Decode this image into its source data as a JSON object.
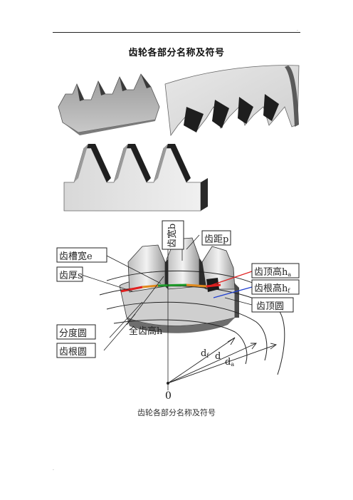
{
  "header": {
    "title": "齿轮各部分名称及符号"
  },
  "labels": {
    "tooth_width": "齿宽b",
    "pitch": "齿距p",
    "space_width": "齿槽宽e",
    "tooth_thickness": "齿厚s",
    "addendum": "齿顶高h",
    "addendum_sub": "a",
    "dedendum": "齿根高h",
    "dedendum_sub": "f",
    "tip_circle": "齿顶圆",
    "pitch_circle": "分度圆",
    "whole_depth": "全齿高h",
    "root_circle": "齿根圆",
    "d_root": "d",
    "d_root_sub": "f",
    "d_pitch": "d",
    "d_tip": "d",
    "d_tip_sub": "a",
    "origin": "0"
  },
  "caption": "齿轮各部分名称及符号",
  "colors": {
    "red_line": "#e02020",
    "blue_line": "#1f3fd0",
    "green_line": "#1e9a2a",
    "orange_line": "#e08a1e",
    "gear_light": "#d9d9d9",
    "gear_dark": "#2a2a2a"
  }
}
